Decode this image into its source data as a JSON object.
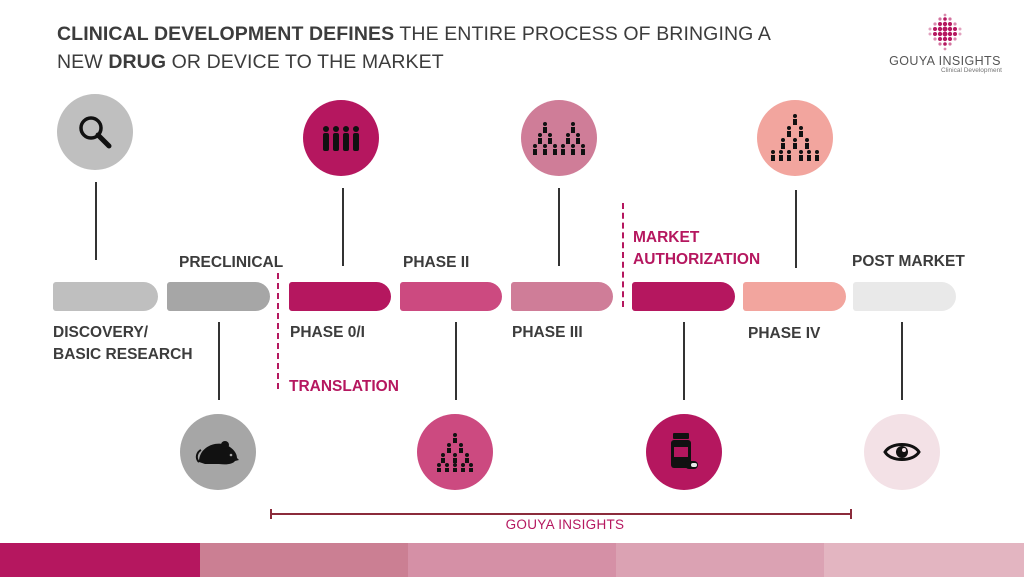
{
  "title": {
    "line1_bold": "CLINICAL DEVELOPMENT DEFINES",
    "line1_rest": " THE ENTIRE PROCESS OF BRINGING A",
    "line2_pre": "NEW ",
    "line2_bold": "DRUG",
    "line2_rest": " OR DEVICE TO THE MARKET"
  },
  "brand": {
    "name": "GOUYA INSIGHTS",
    "tagline": "Clinical Development"
  },
  "stages": {
    "discovery": "DISCOVERY/",
    "discovery2": "BASIC RESEARCH",
    "preclinical": "PRECLINICAL",
    "phase0": "PHASE 0/I",
    "phase2": "PHASE II",
    "phase3": "PHASE III",
    "market1": "MARKET",
    "market2": "AUTHORIZATION",
    "phase4": "PHASE IV",
    "post_market": "POST MARKET",
    "translation": "TRANSLATION"
  },
  "icons": {
    "discovery": "magnifier-icon",
    "preclinical": "mouse-icon",
    "phase0": "small-group-icon",
    "phase2": "group-pyramid-icon",
    "phase3": "two-groups-icon",
    "market": "pill-bottle-icon",
    "phase4": "large-crowd-icon",
    "post_market": "eye-icon"
  },
  "colors": {
    "discovery": "#bfbfbf",
    "preclinical": "#a6a6a6",
    "phase0": "#b5175f",
    "phase2": "#cc4a80",
    "phase3": "#cf7d98",
    "market": "#b5175f",
    "phase4": "#f2a59e",
    "post_market": "#e9e9e9",
    "accent": "#b5175f"
  },
  "footer": {
    "label": "GOUYA INSIGHTS"
  }
}
